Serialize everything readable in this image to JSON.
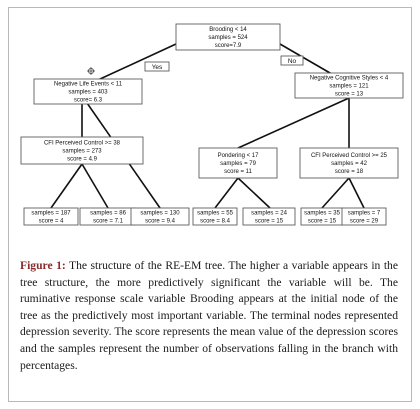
{
  "tree": {
    "root": {
      "lines": [
        "Brooding < 14",
        "samples = 524",
        "score=7.9"
      ]
    },
    "edge_labels": {
      "yes": "Yes",
      "no": "No"
    },
    "left": {
      "lines": [
        "Negative Life Events < 11",
        "samples = 403",
        "score= 6.3"
      ]
    },
    "right": {
      "lines": [
        "Negative Cognitive Styles < 4",
        "samples = 121",
        "score = 13"
      ]
    },
    "left_left": {
      "lines": [
        "CFI Perceived Control >= 38",
        "samples = 273",
        "score = 4.9"
      ]
    },
    "right_left": {
      "lines": [
        "Pondering < 17",
        "samples = 79",
        "score = 11"
      ]
    },
    "right_right": {
      "lines": [
        "CFI Perceived Control >= 25",
        "samples = 42",
        "score = 18"
      ]
    },
    "leaves": [
      {
        "lines": [
          "samples = 187",
          "score = 4"
        ]
      },
      {
        "lines": [
          "samples = 86",
          "score = 7.1"
        ]
      },
      {
        "lines": [
          "samples = 130",
          "score = 9.4"
        ]
      },
      {
        "lines": [
          "samples = 55",
          "score = 8.4"
        ]
      },
      {
        "lines": [
          "samples = 24",
          "score = 15"
        ]
      },
      {
        "lines": [
          "samples = 35",
          "score = 15"
        ]
      },
      {
        "lines": [
          "samples = 7",
          "score = 29"
        ]
      }
    ]
  },
  "caption": {
    "label": "Figure 1:",
    "text": " The structure of the RE-EM tree. The higher a variable appears in the tree structure, the more predictively significant the variable will be. The ruminative response scale variable Brooding appears at the initial node of the tree as the predictively most important variable. The terminal nodes represented depression severity. The score represents the mean value of the depression scores and the samples represent the number of observations falling in the branch with percentages."
  }
}
